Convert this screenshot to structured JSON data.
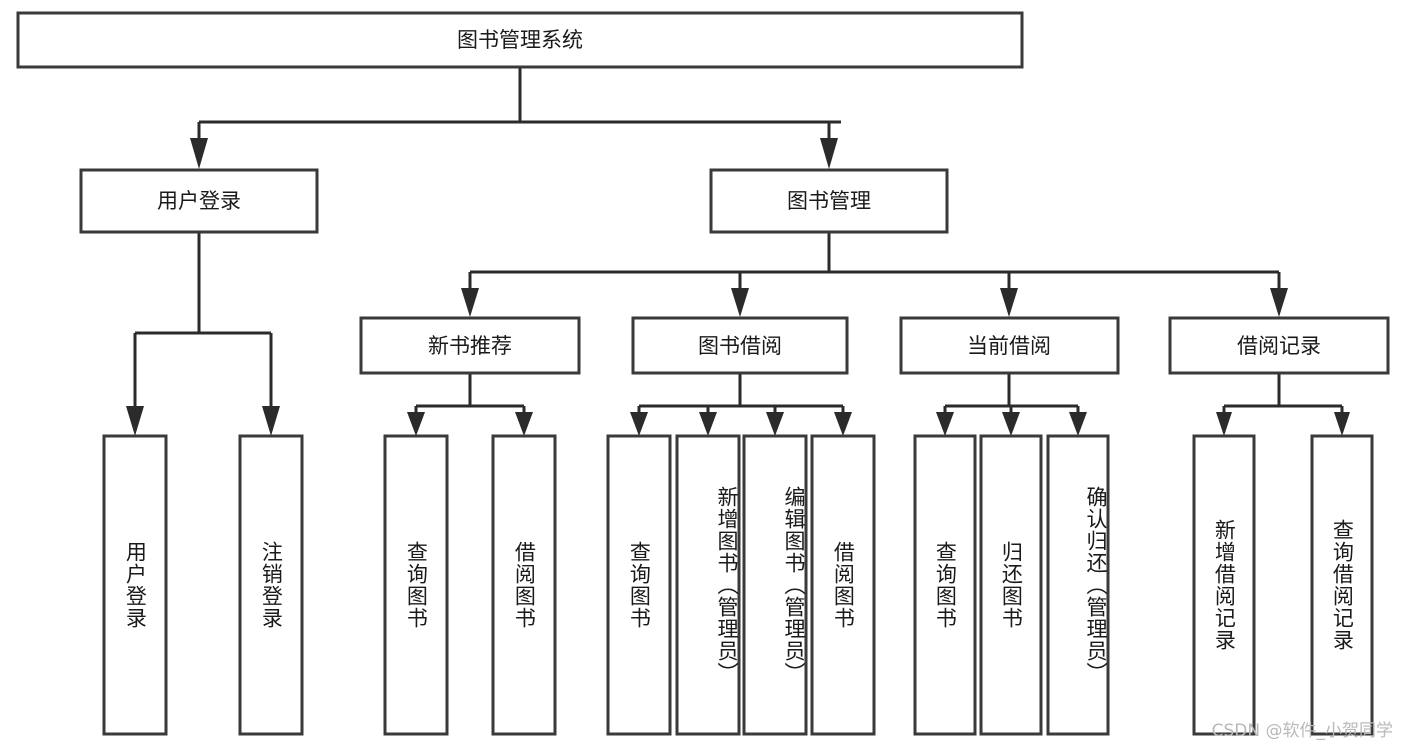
{
  "diagram": {
    "title": "图书管理系统",
    "type": "tree-hierarchy-chart",
    "levels": [
      {
        "level": 1,
        "nodes": [
          {
            "id": "root",
            "label": "图书管理系统",
            "orientation": "horizontal"
          }
        ]
      },
      {
        "level": 2,
        "nodes": [
          {
            "id": "login",
            "label": "用户登录",
            "orientation": "horizontal"
          },
          {
            "id": "bookmgmt",
            "label": "图书管理",
            "orientation": "horizontal"
          }
        ]
      },
      {
        "level": 3,
        "nodes": [
          {
            "id": "newbook",
            "label": "新书推荐",
            "orientation": "horizontal"
          },
          {
            "id": "borrow",
            "label": "图书借阅",
            "orientation": "horizontal"
          },
          {
            "id": "current",
            "label": "当前借阅",
            "orientation": "horizontal"
          },
          {
            "id": "records",
            "label": "借阅记录",
            "orientation": "horizontal"
          }
        ]
      },
      {
        "level": 4,
        "nodes": [
          {
            "id": "leaf-user-login",
            "label": "用户登录",
            "orientation": "vertical",
            "parent": "login"
          },
          {
            "id": "leaf-logout",
            "label": "注销登录",
            "orientation": "vertical",
            "parent": "login"
          },
          {
            "id": "leaf-query-book-1",
            "label": "查询图书",
            "orientation": "vertical",
            "parent": "newbook"
          },
          {
            "id": "leaf-borrow-book-1",
            "label": "借阅图书",
            "orientation": "vertical",
            "parent": "newbook"
          },
          {
            "id": "leaf-query-book-2",
            "label": "查询图书",
            "orientation": "vertical",
            "parent": "borrow"
          },
          {
            "id": "leaf-add-book",
            "label": "新增图书（管理员）",
            "orientation": "vertical",
            "parent": "borrow"
          },
          {
            "id": "leaf-edit-book",
            "label": "编辑图书（管理员）",
            "orientation": "vertical",
            "parent": "borrow"
          },
          {
            "id": "leaf-borrow-book-2",
            "label": "借阅图书",
            "orientation": "vertical",
            "parent": "borrow"
          },
          {
            "id": "leaf-query-book-3",
            "label": "查询图书",
            "orientation": "vertical",
            "parent": "current"
          },
          {
            "id": "leaf-return-book",
            "label": "归还图书",
            "orientation": "vertical",
            "parent": "current"
          },
          {
            "id": "leaf-confirm-return",
            "label": "确认归还（管理员）",
            "orientation": "vertical",
            "parent": "current"
          },
          {
            "id": "leaf-add-record",
            "label": "新增借阅记录",
            "orientation": "vertical",
            "parent": "records"
          },
          {
            "id": "leaf-query-record",
            "label": "查询借阅记录",
            "orientation": "vertical",
            "parent": "records"
          }
        ]
      }
    ],
    "colors": {
      "box_stroke": "#3a3a3a",
      "box_fill": "#ffffff",
      "connector": "#2b2b2b",
      "text": "#1a1a1a",
      "background": "#ffffff",
      "watermark": "#b9b9b9"
    }
  },
  "watermark": {
    "text": "CSDN @软件_小贺同学"
  }
}
